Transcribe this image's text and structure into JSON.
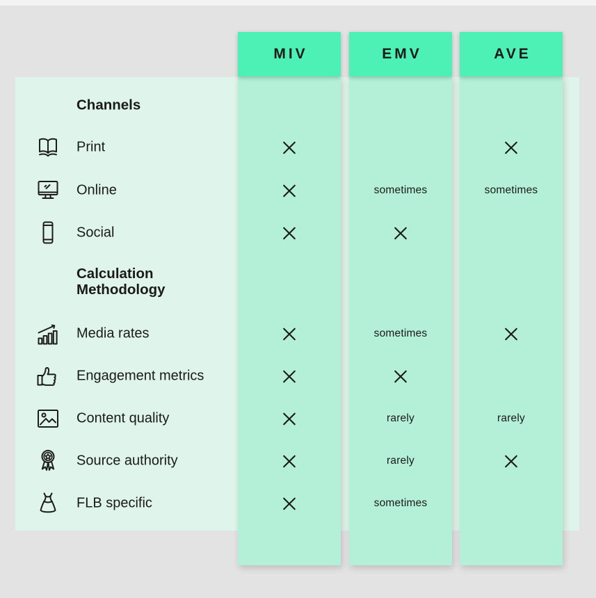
{
  "meta": {
    "description": "Comparison matrix of media value metrics"
  },
  "colors": {
    "page_bg": "#e4e3e3",
    "top_strip": "#f4f3f3",
    "panel_bg": "#dff4ea",
    "column_bg": "#b4f0d8",
    "header_bg": "#4df1b5",
    "text": "#1a1a1a"
  },
  "columns": [
    {
      "key": "miv",
      "label": "MIV"
    },
    {
      "key": "emv",
      "label": "EMV"
    },
    {
      "key": "ave",
      "label": "AVE"
    }
  ],
  "cross_glyph": "✕",
  "rows": [
    {
      "type": "section",
      "label": "Channels"
    },
    {
      "type": "item",
      "label": "Print",
      "icon": "book-icon",
      "values": [
        "✕",
        "",
        "✕"
      ]
    },
    {
      "type": "item",
      "label": "Online",
      "icon": "monitor-icon",
      "values": [
        "✕",
        "sometimes",
        "sometimes"
      ]
    },
    {
      "type": "item",
      "label": "Social",
      "icon": "smartphone-icon",
      "values": [
        "✕",
        "✕",
        ""
      ]
    },
    {
      "type": "section",
      "label": "Calculation Methodology"
    },
    {
      "type": "item",
      "label": "Media rates",
      "icon": "bar-chart-icon",
      "values": [
        "✕",
        "sometimes",
        "✕"
      ]
    },
    {
      "type": "item",
      "label": "Engagement metrics",
      "icon": "thumbs-up-icon",
      "values": [
        "✕",
        "✕",
        ""
      ]
    },
    {
      "type": "item",
      "label": "Content quality",
      "icon": "image-icon",
      "values": [
        "✕",
        "rarely",
        "rarely"
      ]
    },
    {
      "type": "item",
      "label": "Source authority",
      "icon": "award-icon",
      "values": [
        "✕",
        "rarely",
        "✕"
      ]
    },
    {
      "type": "item",
      "label": "FLB specific",
      "icon": "dress-icon",
      "values": [
        "✕",
        "sometimes",
        ""
      ]
    }
  ]
}
